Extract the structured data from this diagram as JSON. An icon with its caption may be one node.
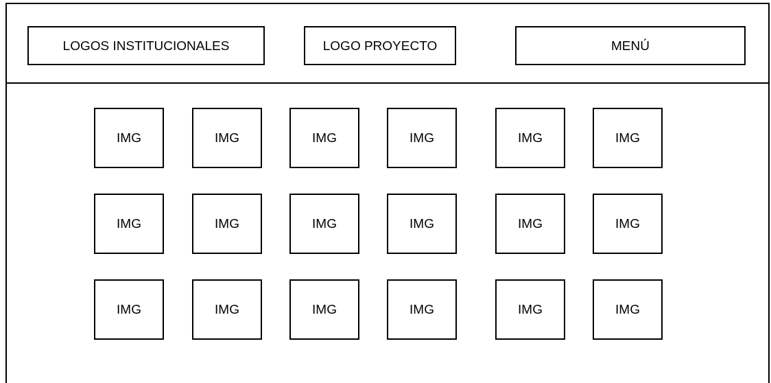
{
  "diagram": {
    "nodes": [
      {
        "text": [],
        "shape": "box"
      },
      {
        "text": [
          "LOGOS INSTITUCIONALES"
        ],
        "in": 0
      },
      {
        "text": [
          "LOGO PROYECTO"
        ],
        "in": 0
      },
      {
        "text": [
          "MENÚ"
        ],
        "in": 0
      },
      {
        "text": [
          "IMG"
        ],
        "in": 0
      },
      {
        "text": [
          "IMG"
        ],
        "in": 0
      },
      {
        "text": [
          "IMG"
        ],
        "in": 0
      },
      {
        "text": [
          "IMG"
        ],
        "in": 0
      },
      {
        "text": [
          "IMG"
        ],
        "in": 0
      },
      {
        "text": [
          "IMG"
        ],
        "in": 0
      },
      {
        "text": [
          "IMG"
        ],
        "in": 0
      },
      {
        "text": [
          "IMG"
        ],
        "in": 0
      },
      {
        "text": [
          "IMG"
        ],
        "in": 0
      },
      {
        "text": [
          "IMG"
        ],
        "in": 0
      },
      {
        "text": [
          "IMG"
        ],
        "in": 0
      },
      {
        "text": [
          "IMG"
        ],
        "in": 0
      },
      {
        "text": [
          "IMG"
        ],
        "in": 0
      },
      {
        "text": [
          "IMG"
        ],
        "in": 0
      },
      {
        "text": [
          "IMG"
        ],
        "in": 0
      },
      {
        "text": [
          "IMG"
        ],
        "in": 0
      },
      {
        "text": [
          "IMG"
        ],
        "in": 0
      },
      {
        "text": [
          "IMG"
        ],
        "in": 0
      }
    ]
  }
}
